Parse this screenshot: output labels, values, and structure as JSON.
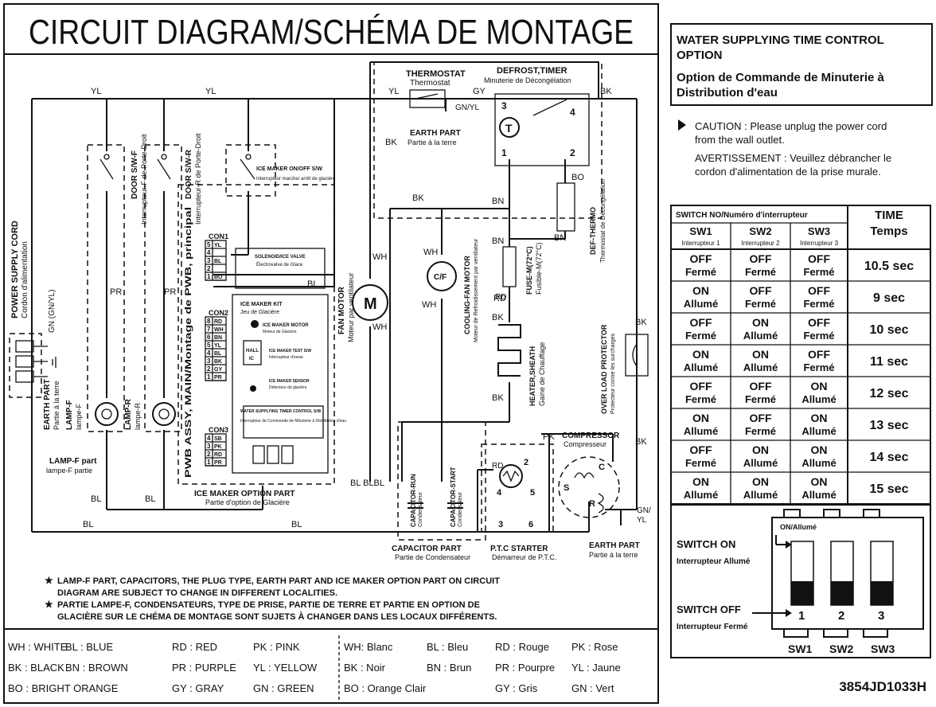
{
  "title": "CIRCUIT DIAGRAM/SCHÉMA DE MONTAGE",
  "part_number": "3854JD1033H",
  "labels": {
    "thermostat": "THERMOSTAT",
    "thermostat_fr": "Thermostat",
    "defrost_timer": "DEFROST,TIMER",
    "defrost_timer_fr": "Minuterie de Décongélation",
    "earth_part": "EARTH PART",
    "earth_part_fr": "Partie à la terre",
    "earth_part_r": "EARTH PART",
    "earth_part_r_fr": "Partie à la terre",
    "power_supply": "POWER SUPPLY CORD",
    "power_supply_fr": "Cordon d'alimentation",
    "earth_part_left": "EARTH PART",
    "earth_part_left_fr": "Partie à la terre",
    "door_swf": "DOOR S/W-F",
    "door_swf_fr": "Interrupteur-F de Porte-Droit",
    "door_swr": "DOOR S/W-R",
    "door_swr_fr": "Interrupteur-R de Porte-Droit",
    "lampf": "LAMP-F",
    "lampf_fr": "lampe-F",
    "lampr": "LAMP-R",
    "lampr_fr": "lampe-R",
    "lampf_part": "LAMP-F part",
    "lampf_part_fr": "lampe-F partie",
    "ice_sw": "ICE MAKER ON/OFF S/W",
    "ice_sw_fr": "Interrupteur marche/ arrêt de glacière",
    "pwb": "PWB ASSY, MAIN/Montage de PWB, principal",
    "con1": "CON1",
    "con2": "CON2",
    "con3": "CON3",
    "solenoid": "SOLENOID/ICE VALVE",
    "solenoid_fr": "Électrovalve de Glace",
    "ice_kit": "ICE MAKER KIT",
    "ice_kit_fr": "Jeu de Glacière",
    "ice_motor": "ICE MAKER MOTOR",
    "ice_motor_fr": "Moteur de Glacière",
    "ice_test": "ICE MAKER TEST S/W",
    "ice_test_fr": "Interrupteur d'essai",
    "hall": "HALL",
    "hall_ic": "IC",
    "ice_sensor": "ICE MAKER SENSOR",
    "ice_sensor_fr": "Détecteur de glacière",
    "water_timer": "WATER SUPPLYING TIMER CONTROL S/W",
    "water_timer_fr": "Interrupteur de Commande de Minuterie à Distribution d'eau",
    "ice_option": "ICE MAKER OPTION PART",
    "ice_option_fr": "Partie d'option de Glacière",
    "fan_motor": "FAN MOTOR",
    "fan_motor_fr": "Moteur par ventilateur",
    "motor_m": "M",
    "cf": "C/F",
    "cooling_fan": "COOLING-FAN MOTOR",
    "cooling_fan_fr": "Moteur de Refroidissement par ventilateur",
    "fuse": "FUSE-M(72°C)",
    "fuse_fr": "Fusible-M(72°C)",
    "heater": "HEATER,SHEATH",
    "heater_fr": "Gaine de Chauffage",
    "def_thermo": "DEF-THERMO",
    "def_thermo_fr": "Thermostat de Décongélation",
    "overload": "OVER LOAD PROTECTOR",
    "overload_fr": "Protecteur contre les surcharges",
    "compressor": "COMPRESSOR",
    "compressor_fr": "Compresseur",
    "capacitor_a": "CAPACITOR-RUN",
    "capacitor_a_fr": "Condensateur",
    "capacitor_b": "CAPACITOR-START",
    "capacitor_b_fr": "Condensateur",
    "capacitor_part": "CAPACITOR PART",
    "capacitor_part_fr": "Partie de Condensateur",
    "ptc": "P.T.C STARTER",
    "ptc_fr": "Démarreur de P.T.C.",
    "timer_t": "T",
    "comp_c": "C",
    "comp_s": "S",
    "comp_r": "R",
    "ptc_rd": "RD",
    "pins": [
      "1",
      "2",
      "3",
      "4",
      "5",
      "6"
    ],
    "gn_yl_left": "GN (GN/YL)",
    "gnyl_earth": "GN/YL",
    "gn_right": "GN/",
    "yl_right": "YL",
    "fuse_rd": "RD"
  },
  "wires": {
    "yl": "YL",
    "gy": "GY",
    "bk": "BK",
    "wh": "WH",
    "bn": "BN",
    "bo": "BO",
    "bl": "BL",
    "pr": "PR",
    "pk": "PK",
    "rd": "RD",
    "bl_bl": "BL BLBL"
  },
  "con1_pins": [
    {
      "n": "5",
      "c": "YL"
    },
    {
      "n": "4",
      "c": ""
    },
    {
      "n": "3",
      "c": "BL"
    },
    {
      "n": "2",
      "c": ""
    },
    {
      "n": "1",
      "c": "BO"
    }
  ],
  "con2_pins": [
    {
      "n": "8",
      "c": "RD"
    },
    {
      "n": "7",
      "c": "WH"
    },
    {
      "n": "6",
      "c": "BN"
    },
    {
      "n": "5",
      "c": "YL"
    },
    {
      "n": "4",
      "c": "BL"
    },
    {
      "n": "3",
      "c": "BK"
    },
    {
      "n": "2",
      "c": "GY"
    },
    {
      "n": "1",
      "c": "PR"
    }
  ],
  "con3_pins": [
    {
      "n": "4",
      "c": "SB"
    },
    {
      "n": "3",
      "c": "PK"
    },
    {
      "n": "2",
      "c": "RD"
    },
    {
      "n": "1",
      "c": "PR"
    }
  ],
  "notes": [
    "LAMP-F PART, CAPACITORS, THE PLUG TYPE, EARTH PART AND ICE MAKER OPTION PART ON CIRCUIT",
    "DIAGRAM ARE SUBJECT TO CHANGE IN DIFFERENT LOCALITIES.",
    "PARTIE LAMPE-F, CONDENSATEURS, TYPE DE PRISE, PARTIE DE TERRE ET PARTIE EN OPTION DE",
    "GLACIÈRE SUR LE CHÉMA DE MONTAGE  SONT SUJETS À CHANGER DANS LES LOCAUX DIFFÉRENTS."
  ],
  "legend_en": [
    [
      "WH : WHITE",
      "BL : BLUE",
      "RD : RED",
      "PK : PINK"
    ],
    [
      "BK : BLACK",
      "BN : BROWN",
      "PR : PURPLE",
      "YL : YELLOW"
    ],
    [
      "BO : BRIGHT ORANGE",
      "",
      "GY : GRAY",
      "GN : GREEN"
    ]
  ],
  "legend_fr": [
    [
      "WH: Blanc",
      "BL : Bleu",
      "RD : Rouge",
      "PK : Rose"
    ],
    [
      "BK : Noir",
      "BN : Brun",
      "PR : Pourpre",
      "YL : Jaune"
    ],
    [
      "BO : Orange Clair",
      "",
      "GY : Gris",
      "GN : Vert"
    ]
  ],
  "option": {
    "title1": "WATER SUPPLYING TIME CONTROL",
    "title2": "OPTION",
    "title3": "Option de Commande de Minuterie à",
    "title4": "Distribution d'eau",
    "caution1": "CAUTION : Please unplug the power cord",
    "caution2": "from the wall outlet.",
    "caution3": "AVERTISSEMENT : Veuillez débrancher le",
    "caution4": "cordon d'alimentation de la prise murale."
  },
  "table": {
    "switch_header": "SWITCH  NO/Numéro d'interrupteur",
    "time_header": "TIME",
    "time_header2": "Temps",
    "sw_headers": [
      {
        "name": "SW1",
        "sub": "Interrupteur 1"
      },
      {
        "name": "SW2",
        "sub": "Interrupteur 2"
      },
      {
        "name": "SW3",
        "sub": "Interrupteur 3"
      }
    ],
    "rows": [
      {
        "sw": [
          [
            "OFF",
            "Fermé"
          ],
          [
            "OFF",
            "Fermé"
          ],
          [
            "OFF",
            "Fermé"
          ]
        ],
        "time": "10.5 sec"
      },
      {
        "sw": [
          [
            "ON",
            "Allumé"
          ],
          [
            "OFF",
            "Fermé"
          ],
          [
            "OFF",
            "Fermé"
          ]
        ],
        "time": "9 sec"
      },
      {
        "sw": [
          [
            "OFF",
            "Fermé"
          ],
          [
            "ON",
            "Allumé"
          ],
          [
            "OFF",
            "Fermé"
          ]
        ],
        "time": "10 sec"
      },
      {
        "sw": [
          [
            "ON",
            "Allumé"
          ],
          [
            "ON",
            "Allumé"
          ],
          [
            "OFF",
            "Fermé"
          ]
        ],
        "time": "11 sec"
      },
      {
        "sw": [
          [
            "OFF",
            "Fermé"
          ],
          [
            "OFF",
            "Fermé"
          ],
          [
            "ON",
            "Allumé"
          ]
        ],
        "time": "12 sec"
      },
      {
        "sw": [
          [
            "ON",
            "Allumé"
          ],
          [
            "OFF",
            "Fermé"
          ],
          [
            "ON",
            "Allumé"
          ]
        ],
        "time": "13 sec"
      },
      {
        "sw": [
          [
            "OFF",
            "Fermé"
          ],
          [
            "ON",
            "Allumé"
          ],
          [
            "ON",
            "Allumé"
          ]
        ],
        "time": "14 sec"
      },
      {
        "sw": [
          [
            "ON",
            "Allumé"
          ],
          [
            "ON",
            "Allumé"
          ],
          [
            "ON",
            "Allumé"
          ]
        ],
        "time": "15 sec"
      }
    ]
  },
  "switches": {
    "on_tag": "ON/Allumé",
    "on_label": "SWITCH ON",
    "on_label_fr": "Interrupteur Allumé",
    "off_label": "SWITCH OFF",
    "off_label_fr": "Interrupteur Fermé",
    "numbers": [
      "1",
      "2",
      "3"
    ],
    "names": [
      "SW1",
      "SW2",
      "SW3"
    ]
  }
}
